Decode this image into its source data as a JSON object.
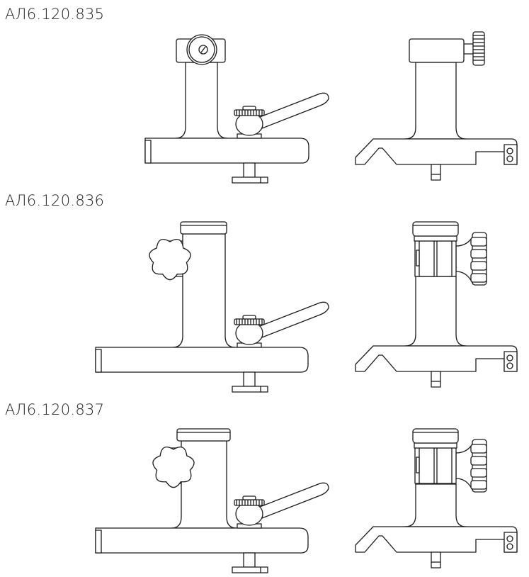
{
  "variants": [
    {
      "label": "АЛ6.120.835",
      "head": "round-knob"
    },
    {
      "label": "АЛ6.120.836",
      "head": "star-knob"
    },
    {
      "label": "АЛ6.120.837",
      "head": "star-knob"
    }
  ],
  "colors": {
    "line": "#1a1a1a",
    "background": "#ffffff"
  }
}
